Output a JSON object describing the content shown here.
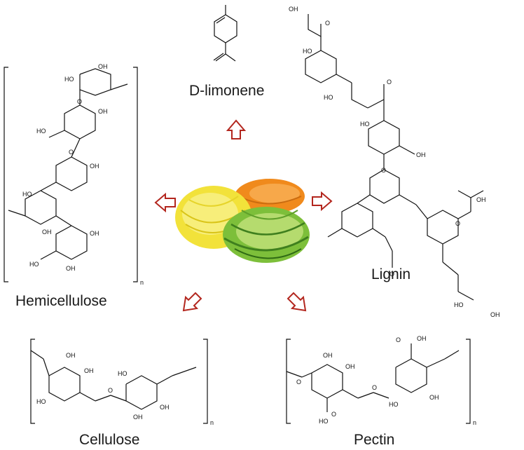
{
  "labels": {
    "d_limonene": "D-limonene",
    "lignin": "Lignin",
    "hemicellulose": "Hemicellulose",
    "cellulose": "Cellulose",
    "pectin": "Pectin"
  },
  "atom_labels": {
    "oh": "OH",
    "ho": "HO",
    "o": "O",
    "n": "n"
  },
  "colors": {
    "arrow": "#b3261e",
    "lemon": "#f2e23a",
    "orange": "#f08a1c",
    "lime": "#7dbf3a",
    "lime_dark": "#3f7f1e",
    "line": "#111111"
  },
  "center_image": "citrus-peels",
  "arrows": [
    "up",
    "left",
    "right",
    "down-left",
    "down-right"
  ]
}
